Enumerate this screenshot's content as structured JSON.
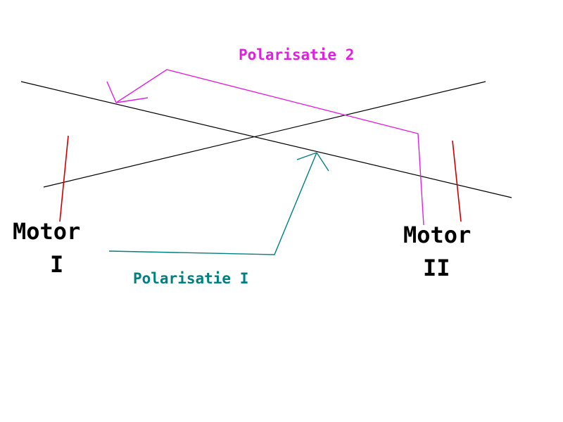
{
  "motor_1": {
    "name": "Motor",
    "number": "I"
  },
  "motor_2": {
    "name": "Motor",
    "number": "II"
  },
  "polarisation_1": {
    "label": "Polarisatie I"
  },
  "polarisation_2": {
    "label": "Polarisatie 2"
  },
  "colors": {
    "lines": "#000000",
    "motor_marks": "#cc0000",
    "polarisation_1": "#008080",
    "polarisation_2": "#e020e0"
  }
}
